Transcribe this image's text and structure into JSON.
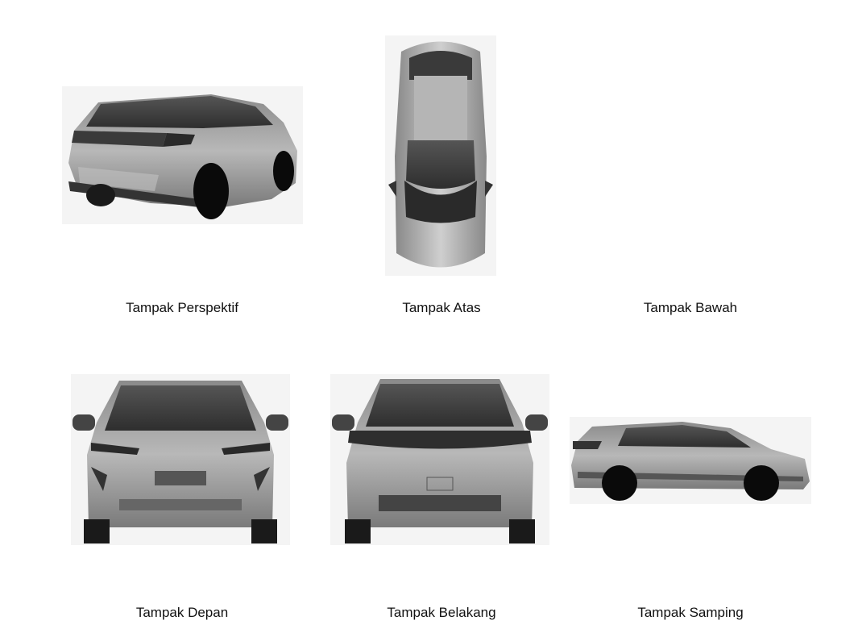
{
  "views": [
    {
      "id": "perspective",
      "caption": "Tampak Perspektif"
    },
    {
      "id": "top",
      "caption": "Tampak Atas"
    },
    {
      "id": "bottom",
      "caption": "Tampak Bawah"
    },
    {
      "id": "front",
      "caption": "Tampak Depan"
    },
    {
      "id": "rear",
      "caption": "Tampak Belakang"
    },
    {
      "id": "side",
      "caption": "Tampak Samping"
    }
  ],
  "colors": {
    "body": "#9a9a9a",
    "dark": "#3a3a3a",
    "tire": "#0a0a0a",
    "bg": "#f4f4f4"
  }
}
